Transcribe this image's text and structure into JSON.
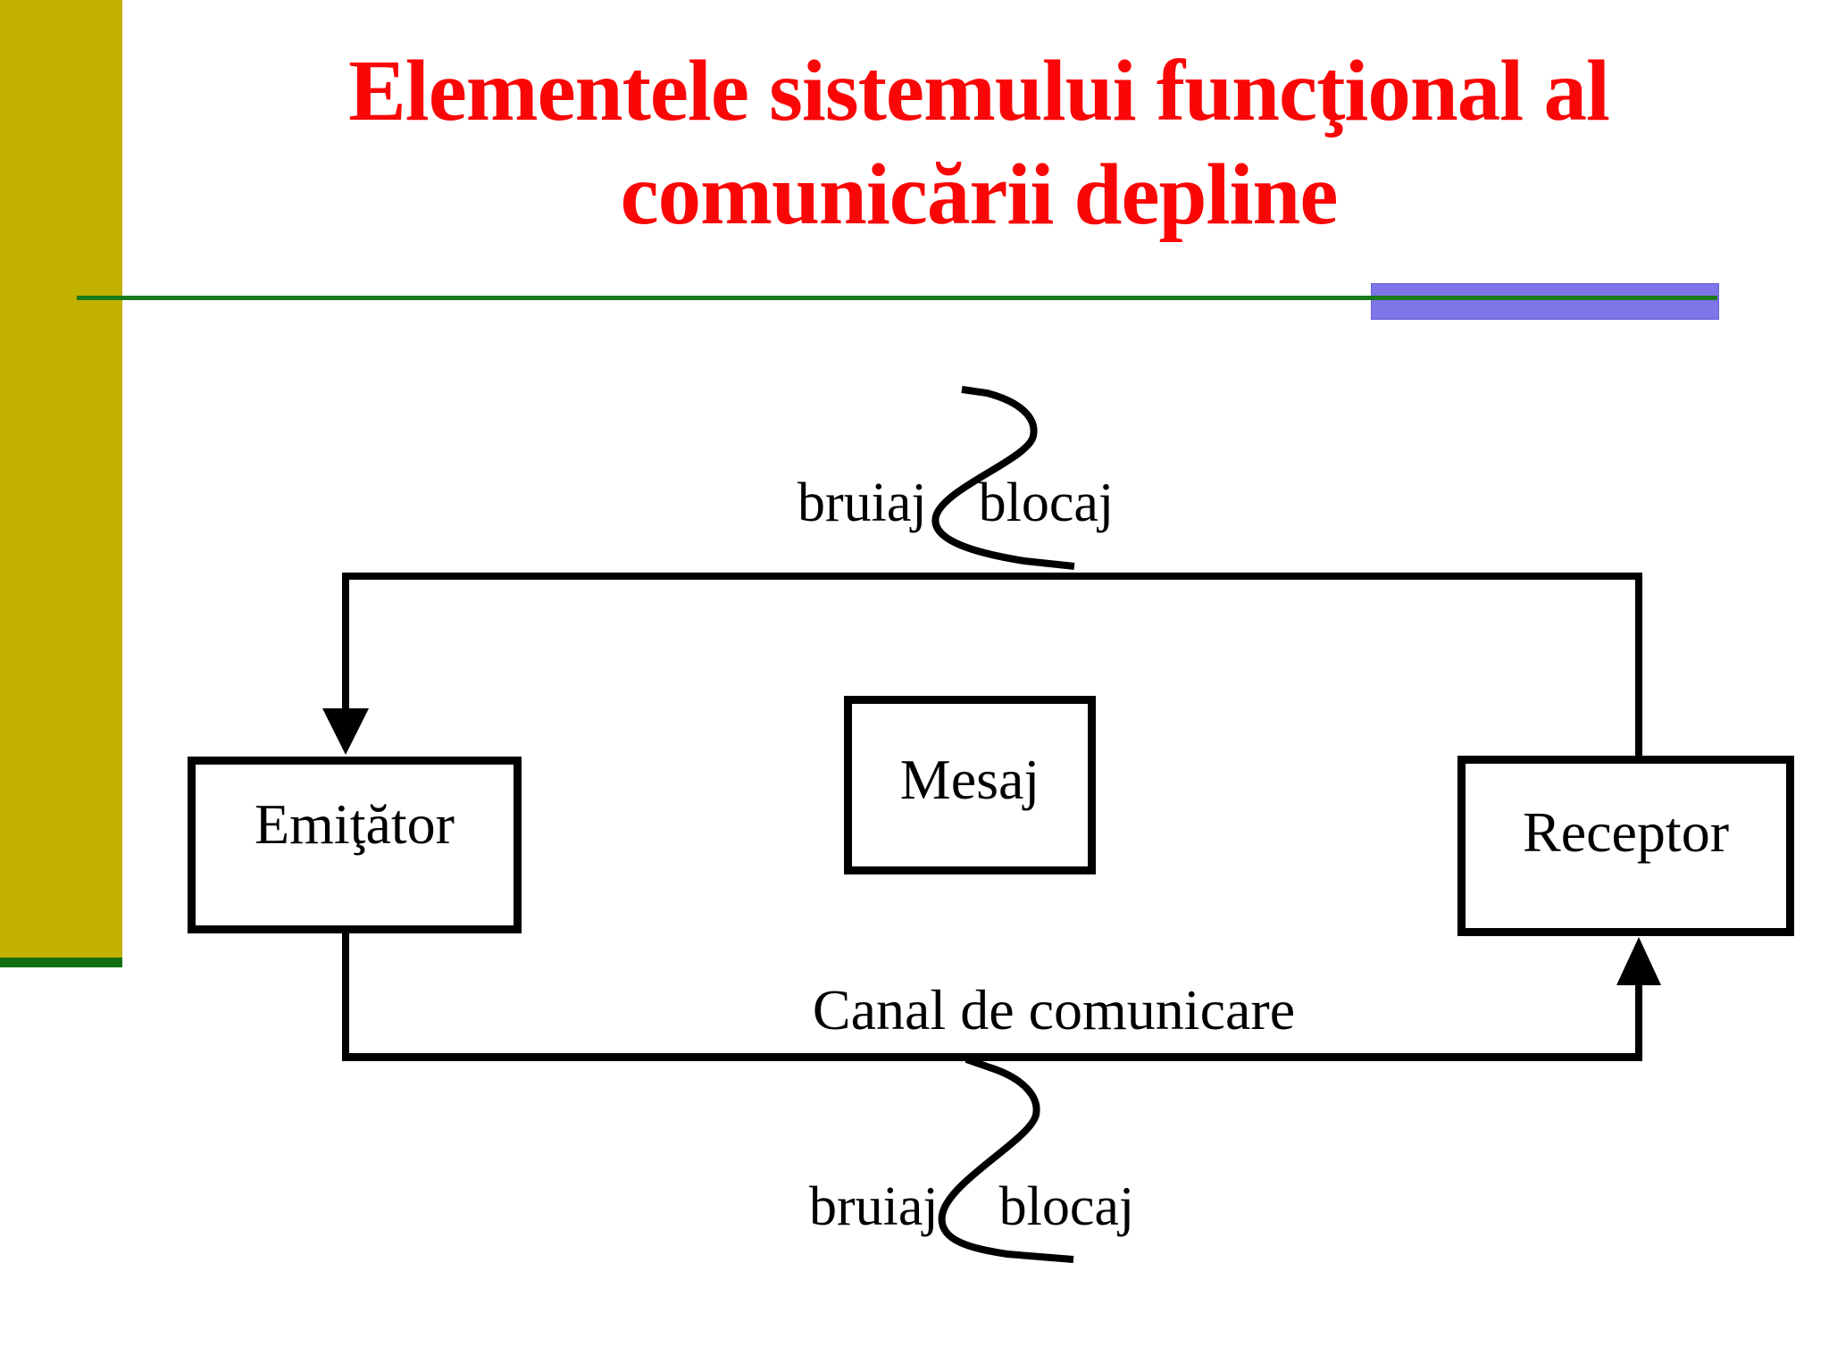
{
  "slide": {
    "title": {
      "line1": "Elementele sistemului funcţional al",
      "line2": "comunicării depline"
    },
    "colors": {
      "title_red": "#fa0606",
      "accent_bar_olive": "#c3b100",
      "accent_bar_footer_green": "#127012",
      "divider_green": "#1b7a1b",
      "highlight_purple": "#7d75e8",
      "diagram_ink": "#000000"
    }
  },
  "diagram": {
    "boxes": {
      "emitter": "Emiţător",
      "message": "Mesaj",
      "receiver": "Receptor"
    },
    "channel_label": "Canal de comunicare",
    "top_noise": {
      "left": "bruiaj",
      "right": "blocaj"
    },
    "bottom_noise": {
      "left": "bruiaj",
      "right": "blocaj"
    }
  }
}
